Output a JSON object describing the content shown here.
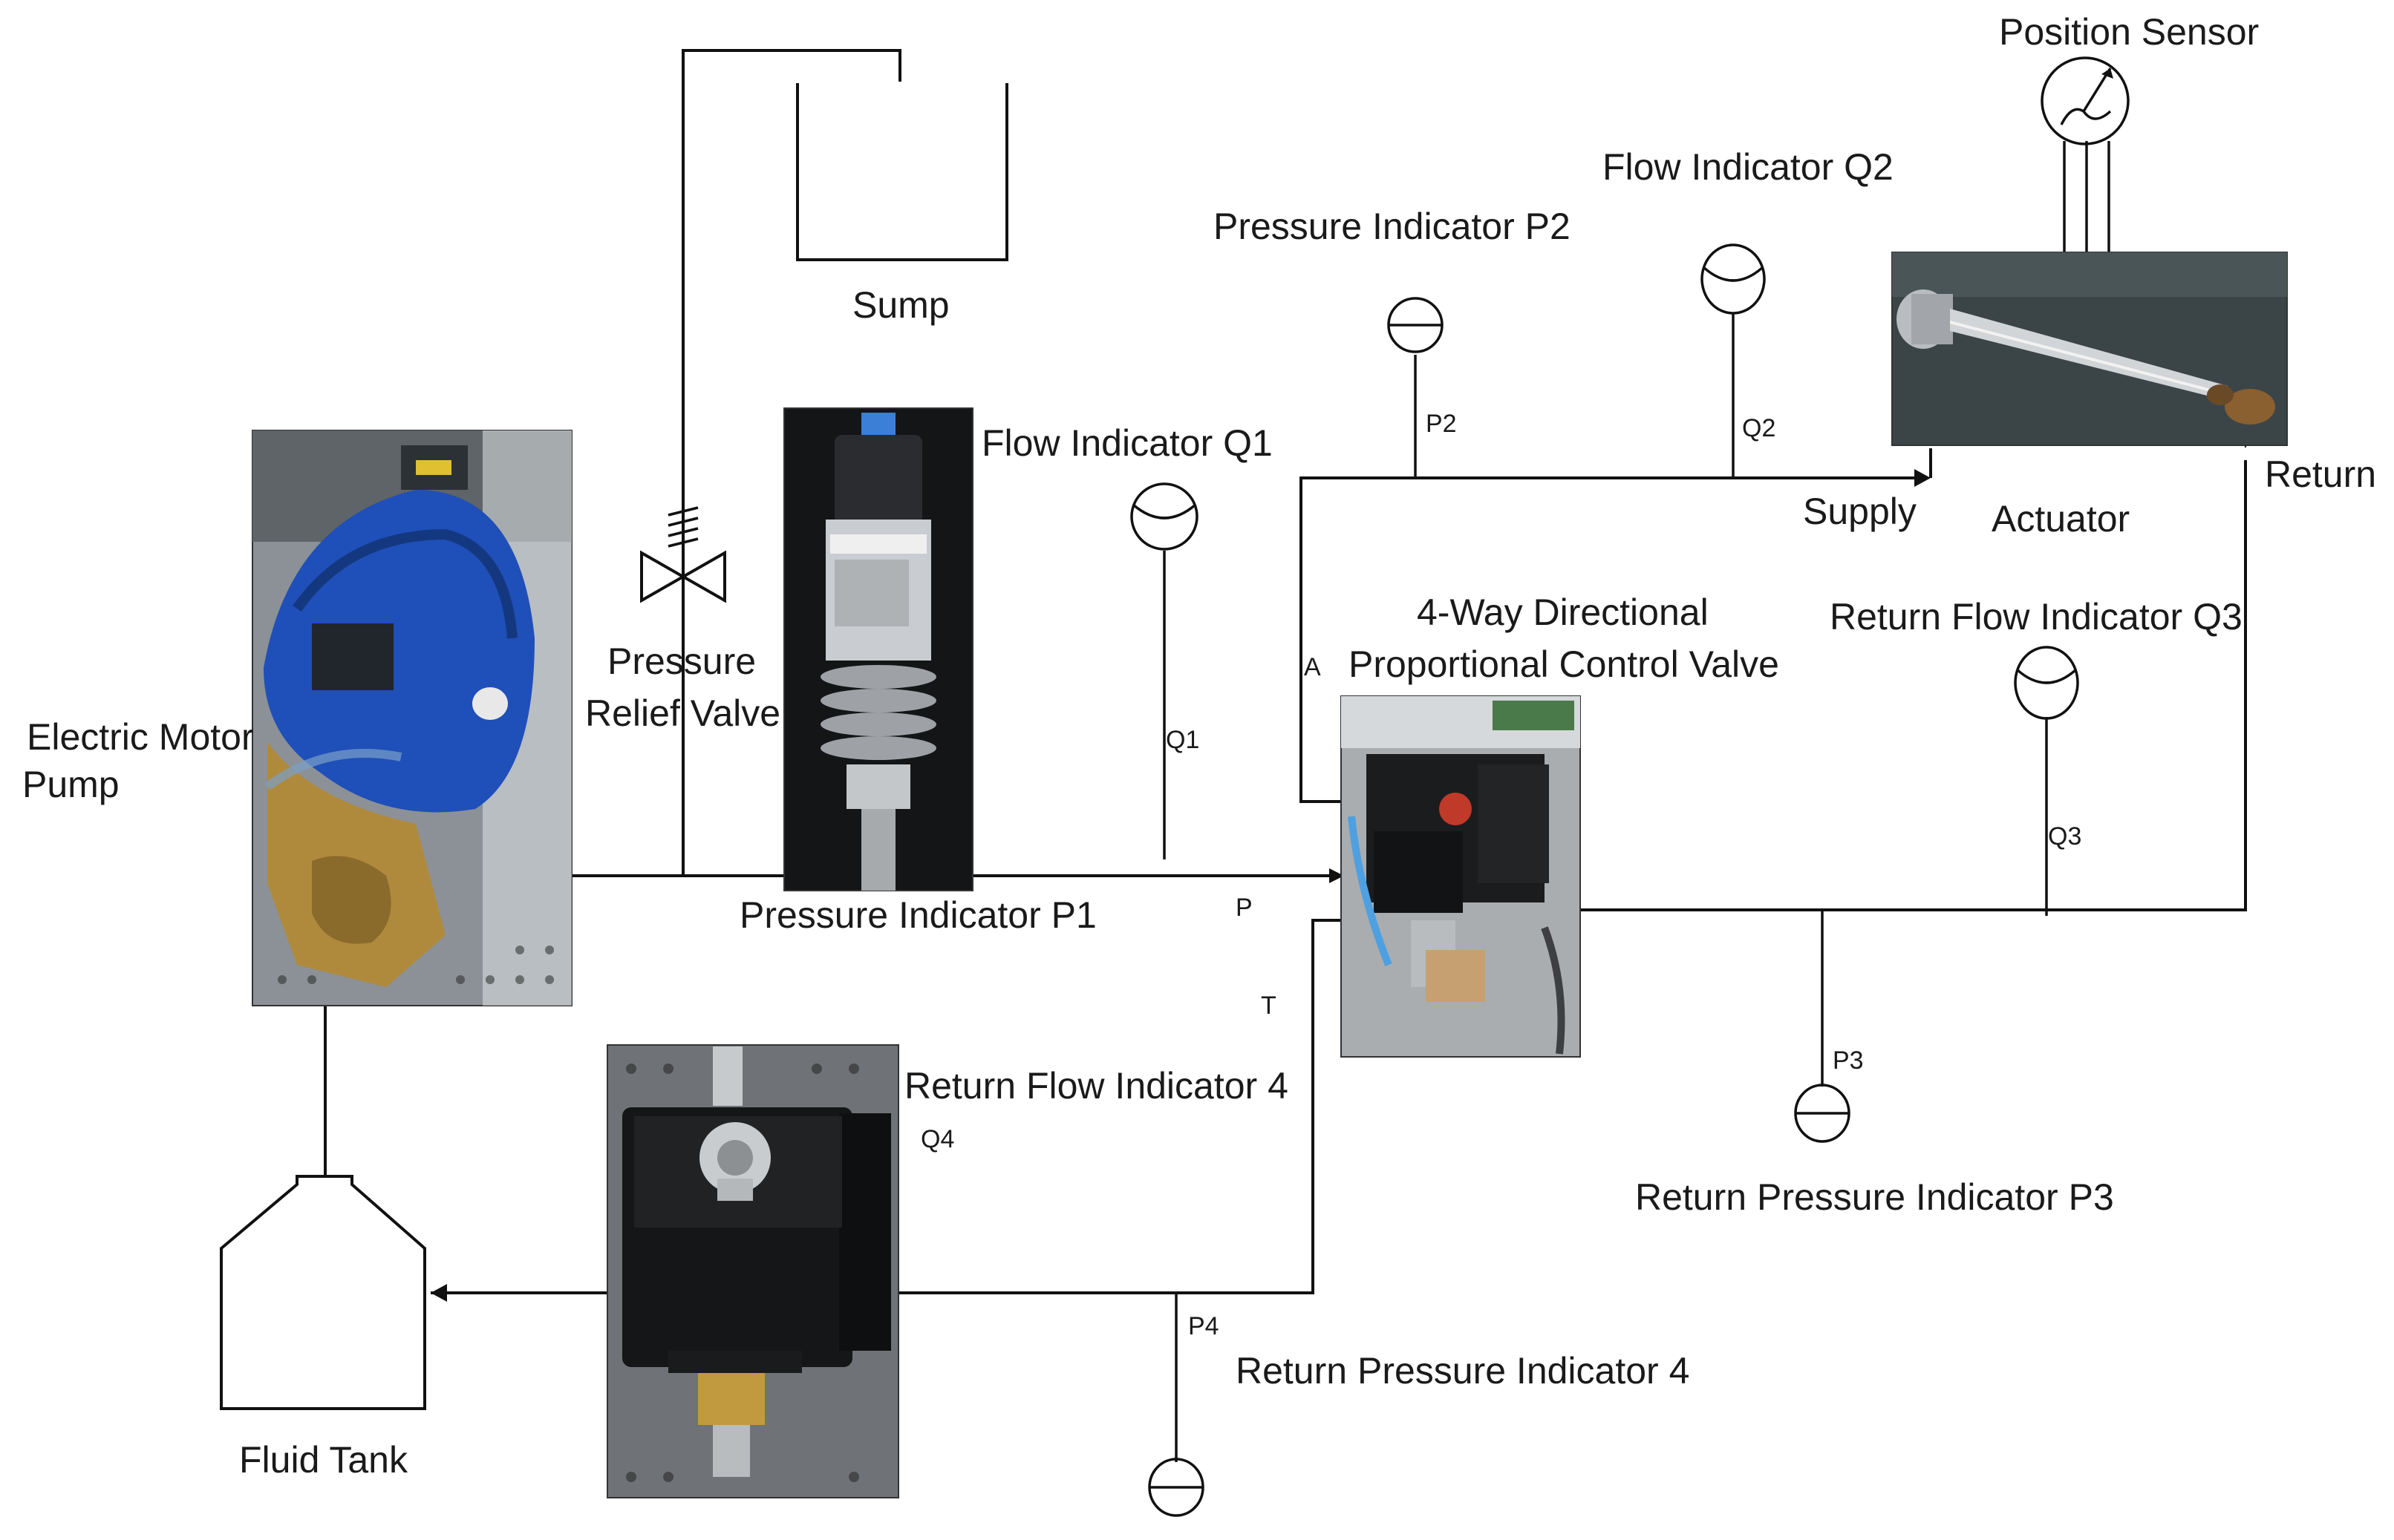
{
  "labels": {
    "position_sensor": "Position Sensor",
    "flow_q2": "Flow Indicator Q2",
    "pressure_p2": "Pressure Indicator P2",
    "sump": "Sump",
    "flow_q1": "Flow Indicator Q1",
    "p2_tag": "P2",
    "q2_tag": "Q2",
    "q1_tag": "Q1",
    "supply": "Supply",
    "return": "Return",
    "actuator": "Actuator",
    "valve_line1": "4-Way Directional",
    "valve_line2": "Proportional Control Valve",
    "return_flow_q3": "Return Flow Indicator Q3",
    "port_a": "A",
    "port_p": "P",
    "port_t": "T",
    "q3_tag": "Q3",
    "relief_line1": "Pressure",
    "relief_line2": "Relief Valve",
    "motor_line1": "Electric Motor",
    "motor_line2": "Pump",
    "pressure_p1": "Pressure Indicator P1",
    "return_flow_4": "Return Flow Indicator 4",
    "q4_tag": "Q4",
    "p3_tag": "P3",
    "return_pressure_p3": "Return Pressure Indicator P3",
    "p4_tag": "P4",
    "return_pressure_4": "Return Pressure Indicator 4",
    "fluid_tank": "Fluid Tank"
  },
  "photos": {
    "pump_photo": "pump-photo",
    "pressure_sensor_photo": "pressure-transducer-photo",
    "valve_photo": "directional-valve-photo",
    "actuator_photo": "actuator-photo",
    "flow_indicator_photo": "solenoid-valve-photo"
  },
  "colors": {
    "line": "#111111",
    "pump_blue": "#1f4fb8",
    "brass": "#b08a3c",
    "dark_panel": "#1c1f22",
    "steel": "#b9bcc0"
  }
}
